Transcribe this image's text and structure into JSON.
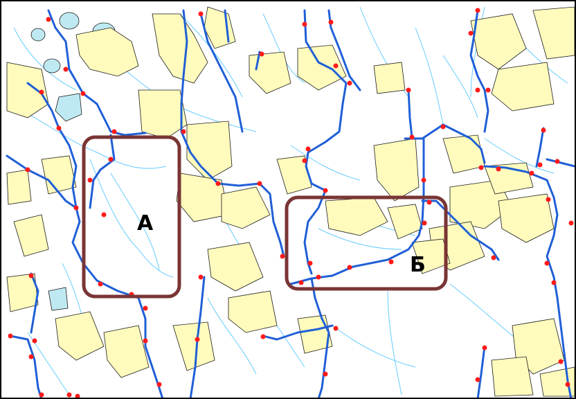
{
  "map": {
    "colors": {
      "background": "#ffffff",
      "land_fill": "#fffbbd",
      "land_stroke": "#1a1a1a",
      "water_fill": "#bfe9f2",
      "main_river": "#1f5fd6",
      "stream": "#66ccff",
      "node": "#ff1a1a",
      "frame": "#7a3535",
      "border": "#000000"
    },
    "regions": [
      {
        "id": "region-a",
        "label": "А"
      },
      {
        "id": "region-b",
        "label": "Б"
      }
    ]
  }
}
